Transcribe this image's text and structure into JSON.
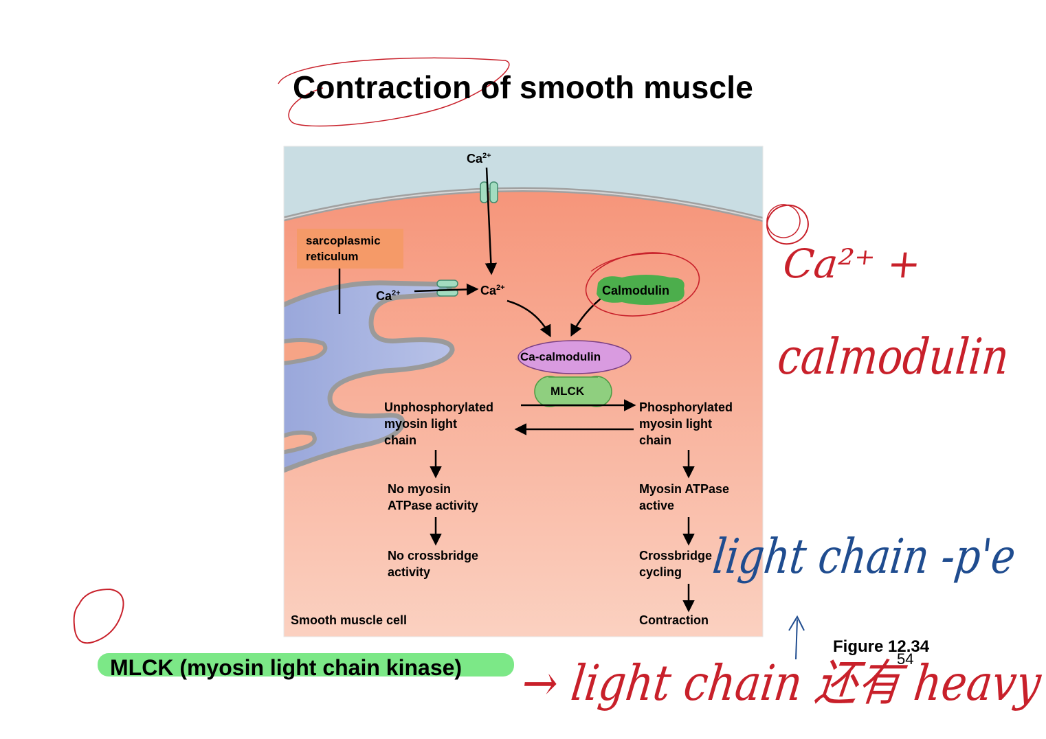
{
  "slide": {
    "title": "Contraction of smooth muscle",
    "figure_label": "Figure 12.34",
    "page_number": "54",
    "footer_caption": "MLCK (myosin light chain kinase)"
  },
  "diagram": {
    "ca_base": "Ca",
    "ca_charge": "2+",
    "sr_label": "sarcoplasmic\nreticulum",
    "calmodulin": "Calmodulin",
    "ca_calmodulin": "Ca-calmodulin",
    "mlck": "MLCK",
    "unphosphorylated": "Unphosphorylated\nmyosin light\nchain",
    "phosphorylated": "Phosphorylated\nmyosin light\nchain",
    "no_atpase": "No myosin\nATPase activity",
    "atpase_active": "Myosin ATPase\nactive",
    "no_crossbridge": "No crossbridge\nactivity",
    "crossbridge_cycling": "Crossbridge\ncycling",
    "contraction": "Contraction",
    "cell_label": "Smooth muscle cell"
  },
  "annotations": {
    "note_ca_plus": "Ca²⁺ +",
    "note_calmodulin": "calmodulin",
    "note_light_chain": "light chain -p'e",
    "note_bottom": "→ light chain 还有 heavy chain"
  },
  "colors": {
    "extracellular": "#c9dde3",
    "cytoplasm": "#f7a98a",
    "sr_fill": "#a7b4e0",
    "membrane": "#9a9a9a",
    "calmodulin_green": "#4cae4c",
    "ca_calmodulin_purple": "#d99be0",
    "mlck_green": "#8fcf7f",
    "ink_red": "#c8202a",
    "ink_blue": "#1f4c8f",
    "highlight": "#6ee57a"
  }
}
